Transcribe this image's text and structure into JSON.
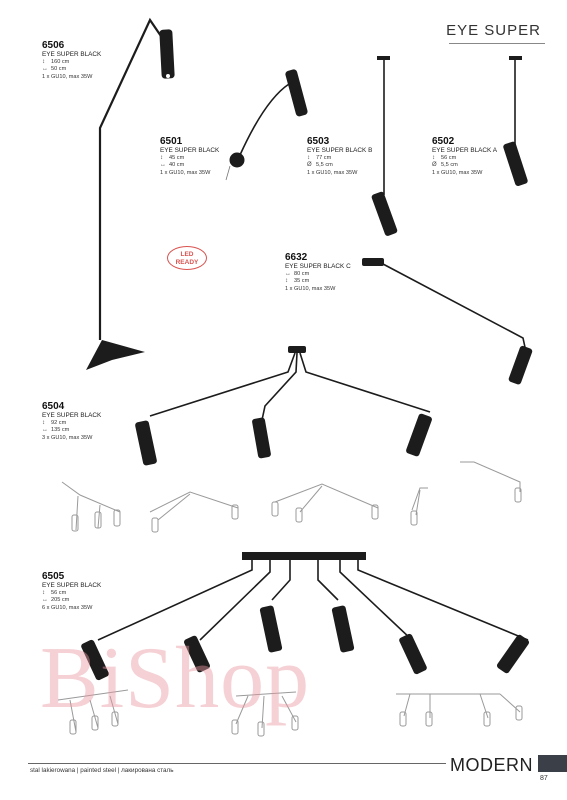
{
  "brand": {
    "title": "EYE SUPER"
  },
  "products": [
    {
      "code": "6506",
      "name": "EYE SUPER BLACK",
      "specs": [
        {
          "icon": "height-icon",
          "glyph": "↕",
          "text": "160 cm"
        },
        {
          "icon": "width-icon",
          "glyph": "↔",
          "text": "50 cm"
        }
      ],
      "bulb": "1 x GU10, max 35W"
    },
    {
      "code": "6501",
      "name": "EYE SUPER BLACK",
      "specs": [
        {
          "icon": "height-icon",
          "glyph": "↕",
          "text": "45 cm"
        },
        {
          "icon": "width-icon",
          "glyph": "↔",
          "text": "40 cm"
        }
      ],
      "bulb": "1 x GU10, max 35W"
    },
    {
      "code": "6503",
      "name": "EYE SUPER BLACK B",
      "specs": [
        {
          "icon": "height-icon",
          "glyph": "↕",
          "text": "77 cm"
        },
        {
          "icon": "diameter-icon",
          "glyph": "Ø",
          "text": "5,5 cm"
        }
      ],
      "bulb": "1 x GU10, max 35W"
    },
    {
      "code": "6502",
      "name": "EYE SUPER BLACK A",
      "specs": [
        {
          "icon": "height-icon",
          "glyph": "↕",
          "text": "56 cm"
        },
        {
          "icon": "diameter-icon",
          "glyph": "Ø",
          "text": "5,5 cm"
        }
      ],
      "bulb": "1 x GU10, max 35W"
    },
    {
      "code": "6632",
      "name": "EYE SUPER BLACK C",
      "specs": [
        {
          "icon": "width-icon",
          "glyph": "↔",
          "text": "80 cm"
        },
        {
          "icon": "height-icon",
          "glyph": "↕",
          "text": "35 cm"
        }
      ],
      "bulb": "1 x GU10, max 35W"
    },
    {
      "code": "6504",
      "name": "EYE SUPER BLACK",
      "specs": [
        {
          "icon": "height-icon",
          "glyph": "↕",
          "text": "92 cm"
        },
        {
          "icon": "width-icon",
          "glyph": "↔",
          "text": "135 cm"
        }
      ],
      "bulb": "3 x GU10, max 35W"
    },
    {
      "code": "6505",
      "name": "EYE SUPER BLACK",
      "specs": [
        {
          "icon": "height-icon",
          "glyph": "↕",
          "text": "56 cm"
        },
        {
          "icon": "width-icon",
          "glyph": "↔",
          "text": "205 cm"
        }
      ],
      "bulb": "6 x GU10, max 35W"
    }
  ],
  "badge": {
    "line1": "LED",
    "line2": "READY"
  },
  "footer": {
    "finish": "stal lakierowana | painted steel | лакирована сталь",
    "series": "MODERN",
    "page": "87"
  },
  "watermark": {
    "text": "BiShop"
  },
  "colors": {
    "lamp": "#1c1c1c",
    "outline": "#9a9a9a",
    "badge": "#d9534f",
    "page_box": "#3a3f48"
  }
}
